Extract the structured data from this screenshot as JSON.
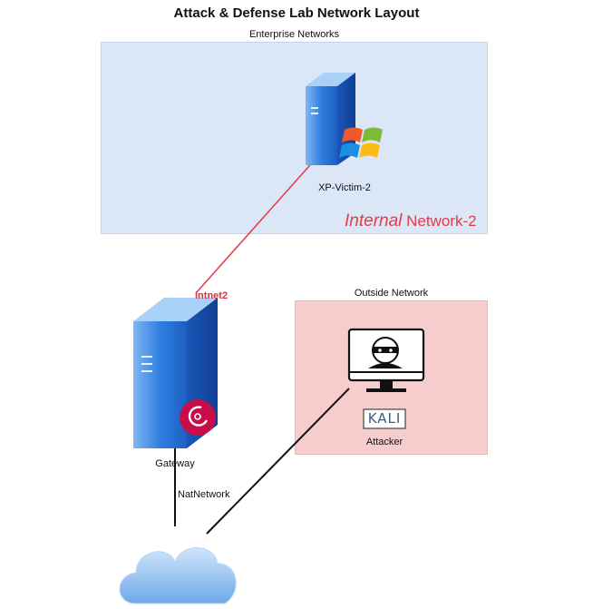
{
  "title": "Attack & Defense Lab Network Layout",
  "zones": {
    "enterprise": {
      "label": "Enterprise Networks",
      "color": "#dbe7f7"
    },
    "outside": {
      "label": "Outside Network",
      "color": "#f6cccd"
    }
  },
  "internal_network": {
    "italic": "Internal",
    "rest": " Network-2",
    "color": "#e43b49"
  },
  "nodes": {
    "victim": {
      "label": "XP-Victim-2",
      "icon": "windows-xp-server-icon"
    },
    "gateway": {
      "label": "Gateway",
      "icon": "debian-server-icon"
    },
    "attacker": {
      "label": "Attacker",
      "icon": "kali-hacker-monitor-icon",
      "badge": "KALI"
    },
    "internet": {
      "icon": "cloud-icon"
    }
  },
  "links": {
    "intnet": {
      "label": "Intnet2",
      "color": "#e2404c"
    },
    "nat": {
      "label": "NatNetwork",
      "color": "#111111"
    }
  }
}
